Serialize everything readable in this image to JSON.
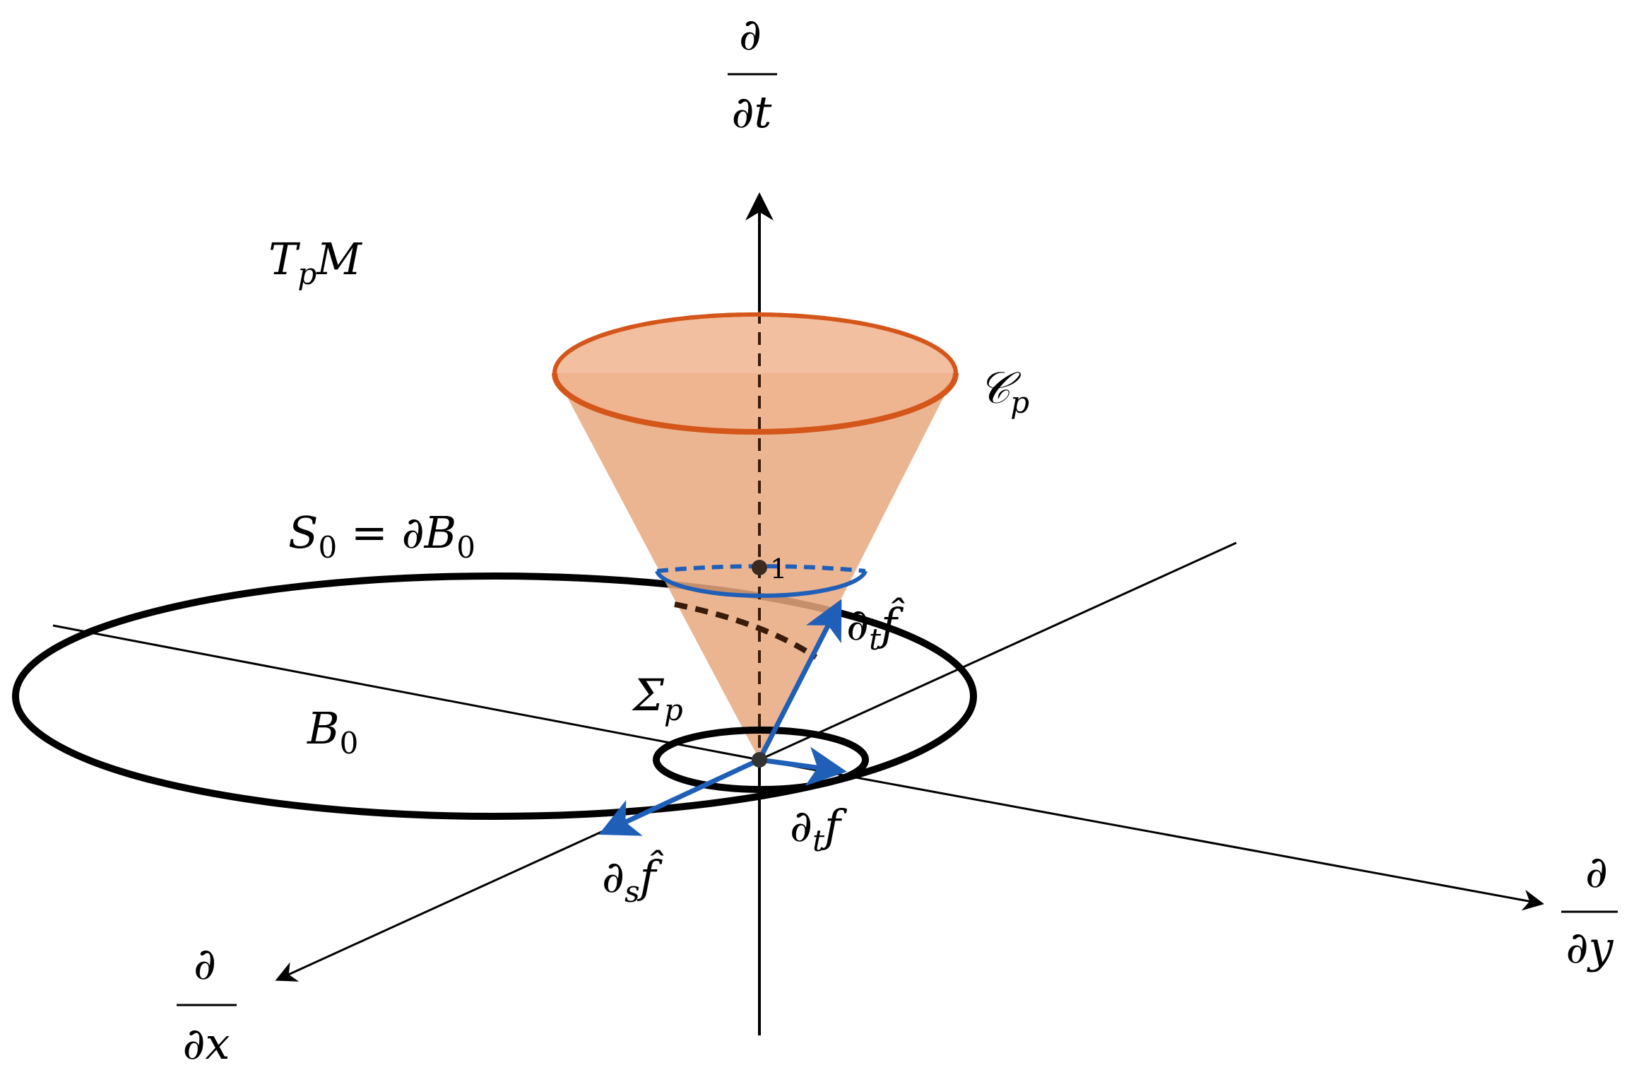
{
  "colors": {
    "axis": "#000000",
    "cone_fill": "#e9a87f",
    "cone_rim": "#d4561a",
    "vector": "#1f5fb8",
    "sphere_ring": "#1f5fb8",
    "ball_curve": "#000000",
    "dashed": "#3a1a08"
  },
  "labels": {
    "dt_num": "∂",
    "dt_den": "∂t",
    "dy_num": "∂",
    "dy_den": "∂y",
    "dx_num": "∂",
    "dx_den": "∂x",
    "tpm_main": "T",
    "tpm_sub": "p",
    "tpm_tail": "M",
    "cp_main": "𝒞",
    "cp_sub": "p",
    "s0_main": "S",
    "s0_sub": "0",
    "s0_tail": " = ∂B",
    "s0_sub2": "0",
    "b0_main": "B",
    "b0_sub": "0",
    "sigma_main": "Σ",
    "sigma_sub": "p",
    "one": "1",
    "dt_fhat_main": "∂",
    "dt_fhat_sub": "t",
    "dt_fhat_tail": "f̂",
    "dt_f_main": "∂",
    "dt_f_sub": "t",
    "dt_f_tail": "f",
    "ds_fhat_main": "∂",
    "ds_fhat_sub": "s",
    "ds_fhat_tail": "f̂"
  }
}
